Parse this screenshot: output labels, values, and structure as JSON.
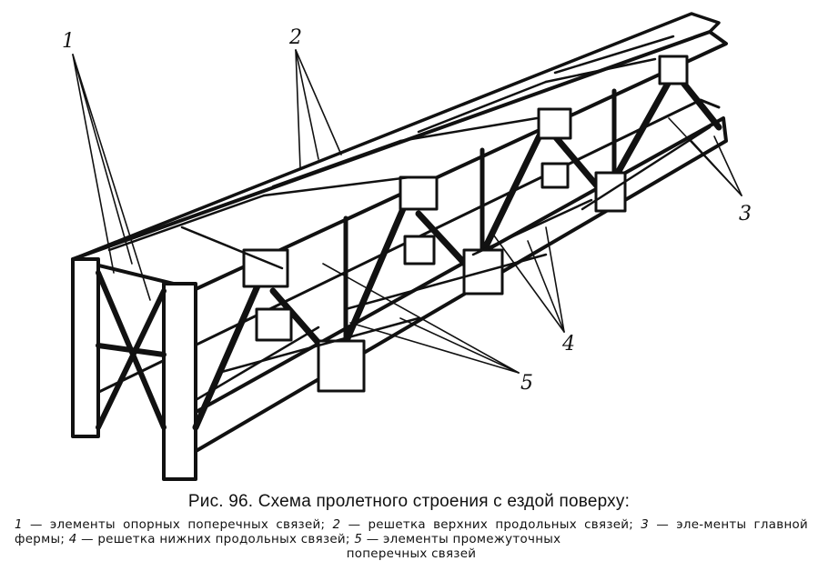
{
  "callouts": [
    "1",
    "2",
    "3",
    "4",
    "5"
  ],
  "caption": {
    "title": "Рис. 96. Схема пролетного строения с ездой поверху:",
    "legend": [
      {
        "num": "1",
        "text": " — элементы  опорных поперечных связей; "
      },
      {
        "num": "2",
        "text": " — решетка  верхних  продольных  связей; "
      },
      {
        "num": "3",
        "text": " — эле-менты главной фермы; "
      },
      {
        "num": "4",
        "text": " — решетка  нижних  продольных  связей; "
      },
      {
        "num": "5",
        "text": " — элементы  промежуточных"
      }
    ],
    "legend_tail": "поперечных связей"
  }
}
